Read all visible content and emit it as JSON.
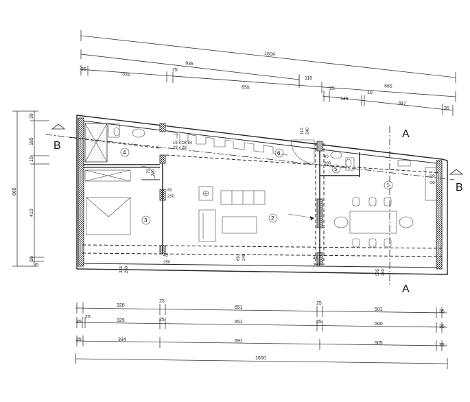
{
  "top_dims": {
    "row1": {
      "total": "1609"
    },
    "row2": {
      "a": "935"
    },
    "row3": {
      "a": "35",
      "b": "331",
      "c": "25",
      "d": "655",
      "e": "110",
      "f": "565"
    },
    "row4": {
      "a": "25",
      "b": "146",
      "c": "10",
      "d": "347",
      "e": "35"
    }
  },
  "left_dims": {
    "a": "39",
    "b": "185",
    "c": "10",
    "d": "665",
    "e": "410",
    "f": "16",
    "g": "5"
  },
  "bottom_dims": {
    "row1": {
      "a": "328",
      "b": "25",
      "c": "651",
      "d": "25",
      "e": "501",
      "f": "35"
    },
    "row2": {
      "a": "35",
      "b": "25",
      "c": "329",
      "d": "25",
      "e": "651",
      "f": "25",
      "g": "500",
      "h": "35"
    },
    "row3": {
      "a": "35",
      "b": "334",
      "c": "691",
      "d": "505",
      "e": "35"
    },
    "row4": {
      "total": "1600"
    }
  },
  "section_marks": {
    "a_top": "A",
    "a_bottom": "A",
    "b_left": "B",
    "b_right": "B"
  },
  "rooms": {
    "r1": "1",
    "r2": "2",
    "r3": "3",
    "r4": "4",
    "r5": "5",
    "r6": "6"
  },
  "openings": {
    "stair": "19 x 16,84\n28 x 28",
    "op_70_200": [
      "70",
      "200"
    ],
    "op_80_200": [
      "80",
      "200"
    ],
    "op_110_240": [
      "110",
      "240"
    ],
    "op_60_200": [
      "60",
      "200"
    ],
    "op_45_250_a": [
      "45",
      "250"
    ],
    "op_45_250_b": [
      "45",
      "250"
    ],
    "op_334_250": [
      "334",
      "250"
    ],
    "op_691_240": [
      "691",
      "240"
    ],
    "op_505_240": [
      "505",
      "240"
    ]
  }
}
